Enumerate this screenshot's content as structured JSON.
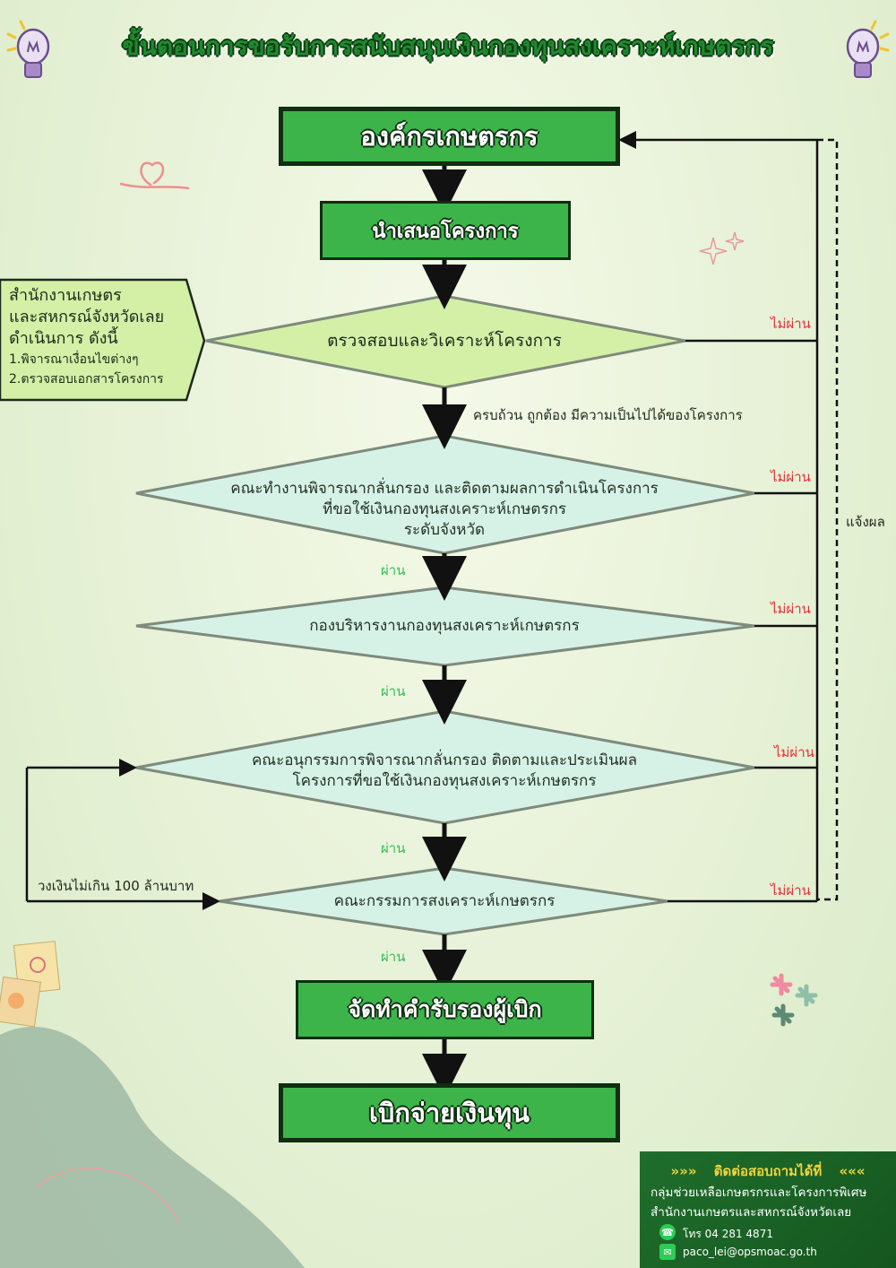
{
  "title": "ขั้นตอนการขอรับการสนับสนุนเงินกองทุนสงเคราะห์เกษตรกร",
  "nodes": {
    "start": "องค์กรเกษตรกร",
    "propose": "นำเสนอโครงการ",
    "review": "ตรวจสอบและวิเคราะห์โครงการ",
    "provincial_committee": [
      "คณะทำงานพิจารณากลั่นกรอง และติดตามผลการดำเนินโครงการ",
      "ที่ขอใช้เงินกองทุนสงเคราะห์เกษตรกร",
      "ระดับจังหวัด"
    ],
    "fund_admin": "กองบริหารงานกองทุนสงเคราะห์เกษตรกร",
    "subcommittee": [
      "คณะอนุกรรมการพิจารณากลั่นกรอง ติดตามและประเมินผล",
      "โครงการที่ขอใช้เงินกองทุนสงเคราะห์เกษตรกร"
    ],
    "main_committee": "คณะกรรมการสงเคราะห์เกษตรกร",
    "certify": "จัดทำคำรับรองผู้เบิก",
    "disburse": "เบิกจ่ายเงินทุน"
  },
  "side_note": {
    "lines": [
      "สำนักงานเกษตร",
      "และสหกรณ์จังหวัดเลย",
      "ดำเนินการ ดังนี้"
    ],
    "items": [
      "1.พิจารณาเงื่อนไขต่างๆ",
      "2.ตรวจสอบเอกสารโครงการ"
    ]
  },
  "labels": {
    "complete": "ครบถ้วน ถูกต้อง มีความเป็นไปได้ของโครงการ",
    "pass": "ผ่าน",
    "fail": "ไม่ผ่าน",
    "notify": "แจ้งผล",
    "budget": "วงเงินไม่เกิน 100 ล้านบาท"
  },
  "contact": {
    "heading": "ติดต่อสอบถามได้ที่",
    "arrows_left": "»»»",
    "arrows_right": "«««",
    "org_line1": "กลุ่มช่วยเหลือเกษตรกรและโครงการพิเศษ",
    "org_line2": "สำนักงานเกษตรและสหกรณ์จังหวัดเลย",
    "phone": "โทร 04 281 4871",
    "email": "paco_lei@opsmoac.go.th"
  },
  "colors": {
    "box_green": "#3cb44a",
    "first_diamond": "#d3f0a6",
    "other_diamond": "#d6f2e6",
    "fail_red": "#e0303a",
    "pass_green": "#2fbf55"
  },
  "icons": [
    "lightbulb-icon",
    "heart-icon",
    "sparkle-icon",
    "phone-icon",
    "mail-icon",
    "flower-card-icon",
    "star-decor-icon"
  ]
}
